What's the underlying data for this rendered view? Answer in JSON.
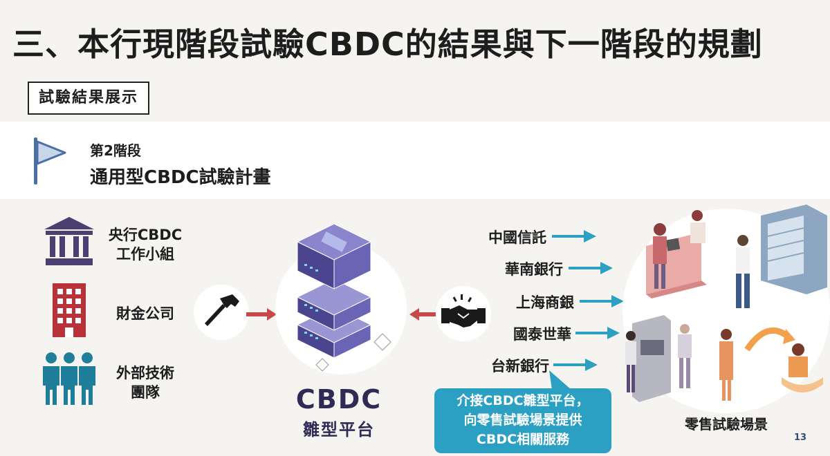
{
  "title": "三、本行現階段試驗CBDC的結果與下一階段的規劃",
  "tag": "試驗結果展示",
  "phase": "第2階段",
  "plan": "通用型CBDC試驗計畫",
  "left_entities": [
    {
      "line1": "央行CBDC",
      "line2": "工作小組"
    },
    {
      "line1": "財金公司",
      "line2": ""
    },
    {
      "line1": "外部技術",
      "line2": "團隊"
    }
  ],
  "center": {
    "title": "CBDC",
    "subtitle": "雛型平台"
  },
  "banks": [
    "中國信託",
    "華南銀行",
    "上海商銀",
    "國泰世華",
    "台新銀行"
  ],
  "callout": [
    "介接CBDC雛型平台，",
    "向零售試驗場景提供",
    "CBDC相關服務"
  ],
  "retail_label": "零售試驗場景",
  "page_number": "13",
  "colors": {
    "purple": "#4b3f72",
    "red": "#b8323a",
    "teal": "#1f7f9a",
    "arrow_teal": "#2ba0c2",
    "arrow_red": "#c64a4a",
    "server": "#6f6ab0"
  }
}
